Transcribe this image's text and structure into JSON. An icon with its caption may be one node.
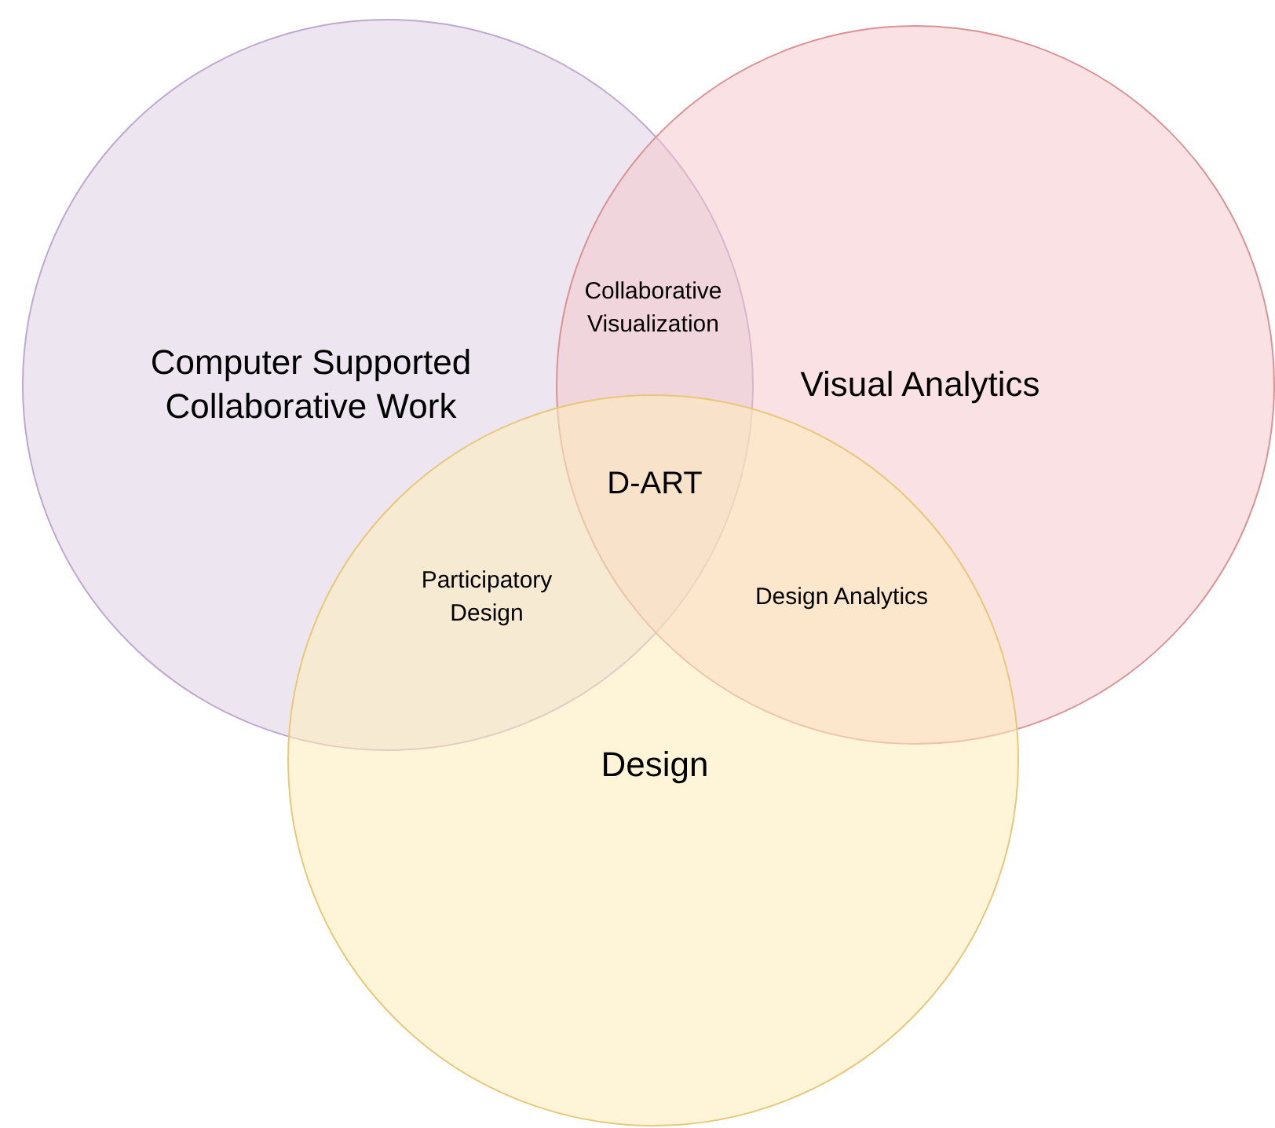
{
  "diagram": {
    "nodes": [
      {
        "text": [
          "Computer Supported Collaborative Work"
        ]
      },
      {
        "text": [
          "Visual Analytics"
        ]
      },
      {
        "text": [
          "Design"
        ]
      }
    ],
    "labels": [
      "Collaborative Visualization",
      "D-ART",
      "Participatory Design",
      "Design Analytics"
    ]
  }
}
